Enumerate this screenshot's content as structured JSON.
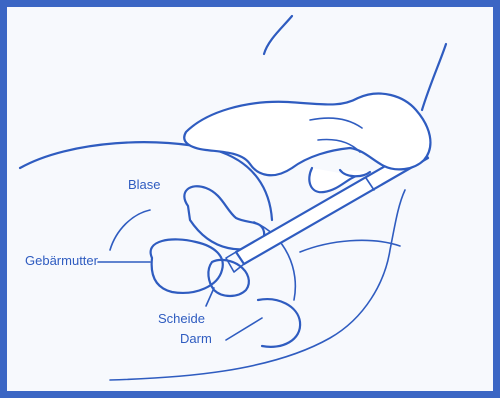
{
  "labels": {
    "bladder": "Blase",
    "uterus": "Gebärmutter",
    "vagina": "Scheide",
    "rectum": "Darm"
  },
  "colors": {
    "line": "#2f5cc0",
    "frame": "#3b66c4",
    "background": "#f7f9fd"
  }
}
